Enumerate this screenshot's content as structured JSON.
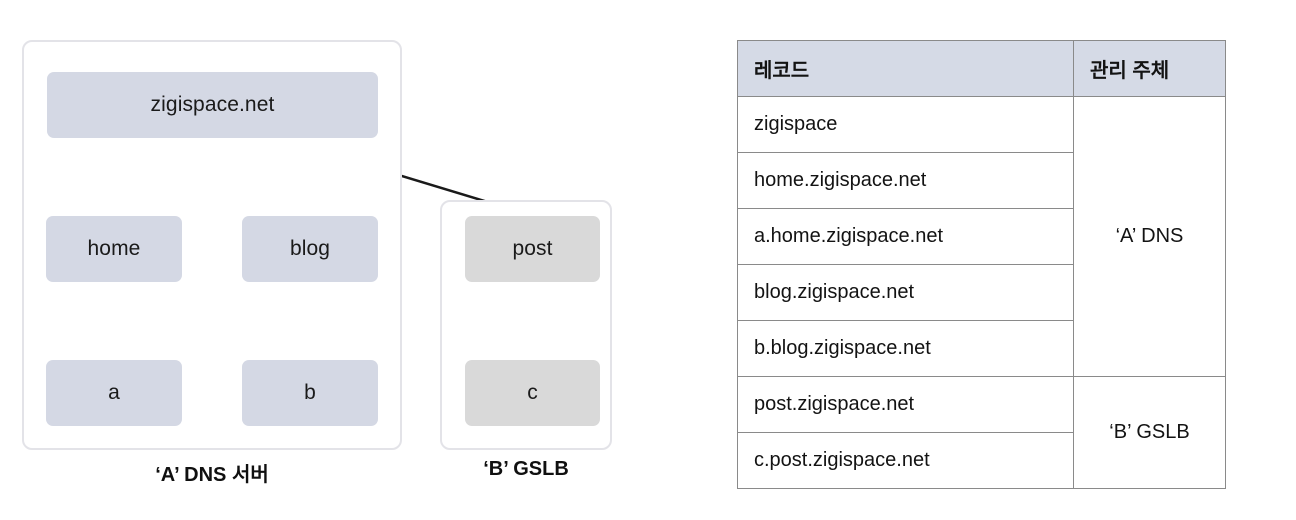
{
  "diagram": {
    "dns_group": {
      "label": "‘A’ DNS 서버",
      "nodes": {
        "root": "zigispace.net",
        "home": "home",
        "blog": "blog",
        "a": "a",
        "b": "b"
      }
    },
    "gslb_group": {
      "label": "‘B’ GSLB",
      "nodes": {
        "post": "post",
        "c": "c"
      }
    },
    "colors": {
      "dns_node_fill": "#d4d8e4",
      "gslb_node_fill": "#d9d9d9",
      "group_border": "#e3e3e8",
      "edge_stroke": "#1a1a1a"
    }
  },
  "table": {
    "headers": {
      "record": "레코드",
      "owner": "관리 주체"
    },
    "rows": [
      {
        "record": "zigispace",
        "owner": "‘A’ DNS"
      },
      {
        "record": "home.zigispace.net",
        "owner": ""
      },
      {
        "record": "a.home.zigispace.net",
        "owner": ""
      },
      {
        "record": "blog.zigispace.net",
        "owner": ""
      },
      {
        "record": "b.blog.zigispace.net",
        "owner": ""
      },
      {
        "record": "post.zigispace.net",
        "owner": "‘B’ GSLB"
      },
      {
        "record": "c.post.zigispace.net",
        "owner": ""
      }
    ],
    "owner_groups": [
      {
        "label": "‘A’ DNS",
        "span": 5
      },
      {
        "label": "‘B’ GSLB",
        "span": 2
      }
    ],
    "header_fill": "#d5dae6",
    "border_color": "#8a8a8a"
  }
}
